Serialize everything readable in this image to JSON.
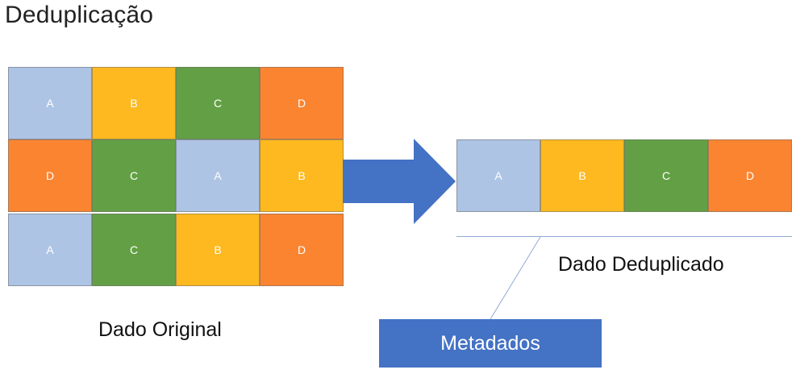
{
  "title": "Deduplicação",
  "colors": {
    "A": "#aec4e5",
    "B": "#fdb91f",
    "C": "#63a045",
    "D": "#fb8431",
    "arrow": "#4472c4",
    "metadata_box": "#4472c4"
  },
  "original": {
    "caption": "Dado Original",
    "rows": [
      [
        "A",
        "B",
        "C",
        "D"
      ],
      [
        "D",
        "C",
        "A",
        "B"
      ],
      [
        "A",
        "C",
        "B",
        "D"
      ]
    ]
  },
  "deduplicated": {
    "caption": "Dado Deduplicado",
    "blocks": [
      "A",
      "B",
      "C",
      "D"
    ]
  },
  "metadata": {
    "label": "Metadados"
  }
}
